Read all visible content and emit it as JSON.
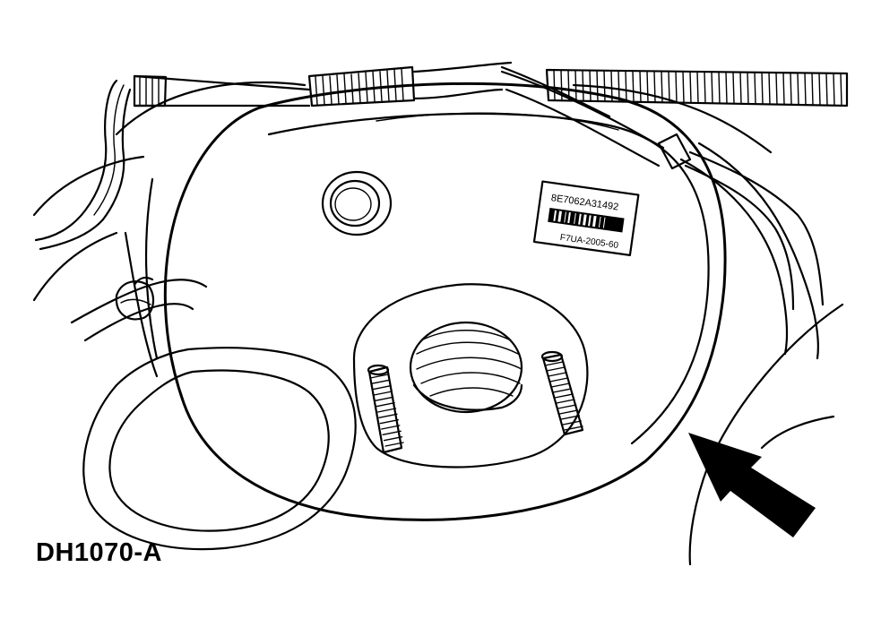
{
  "figure": {
    "id": "DH1070-A"
  },
  "part_label": {
    "part_number": "8E7062A31492",
    "barcode_icon": "barcode-icon",
    "code": "F7UA-2005-60"
  },
  "colors": {
    "ink": "#000000",
    "background": "#ffffff"
  }
}
